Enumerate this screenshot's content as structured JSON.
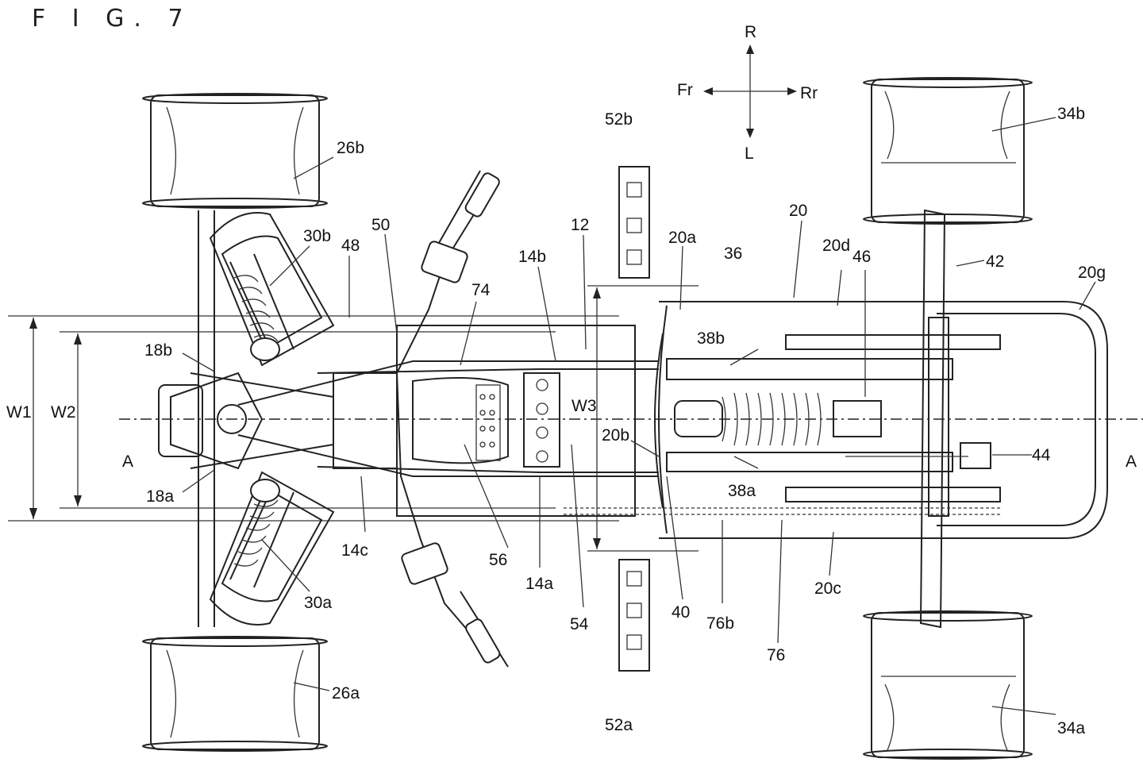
{
  "figure": {
    "title": "F I G. 7",
    "directions": {
      "right": "R",
      "left": "L",
      "front": "Fr",
      "rear": "Rr"
    },
    "labels": [
      "12",
      "14a",
      "14b",
      "14c",
      "18a",
      "18b",
      "20",
      "20a",
      "20b",
      "20c",
      "20d",
      "20g",
      "26a",
      "26b",
      "30a",
      "30b",
      "34a",
      "34b",
      "36",
      "38a",
      "38b",
      "40",
      "42",
      "44",
      "46",
      "48",
      "50",
      "52a",
      "52b",
      "54",
      "56",
      "74",
      "76",
      "76b",
      "W1",
      "W2",
      "W3",
      "A"
    ]
  }
}
